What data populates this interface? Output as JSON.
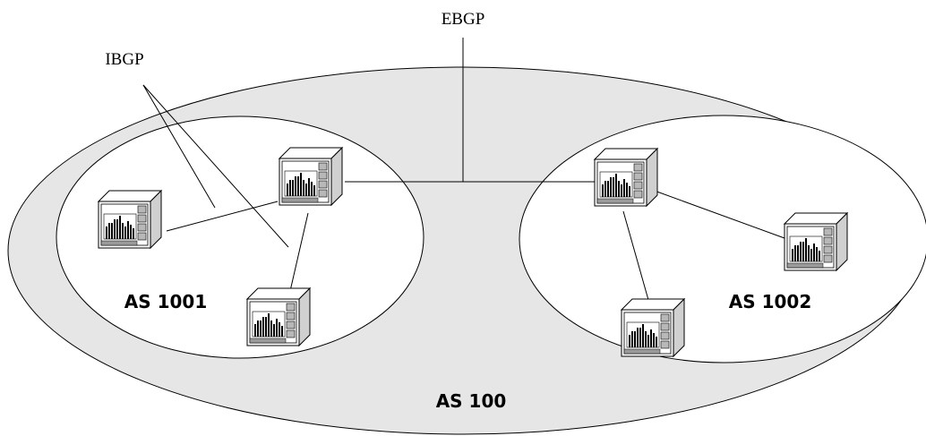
{
  "labels": {
    "ebgp": "EBGP",
    "ibgp": "IBGP",
    "as_outer": "AS 100",
    "as_left": "AS 1001",
    "as_right": "AS 1002"
  },
  "routers": [
    {
      "id": "r-left-west"
    },
    {
      "id": "r-left-top"
    },
    {
      "id": "r-left-bottom"
    },
    {
      "id": "r-right-top"
    },
    {
      "id": "r-right-east"
    },
    {
      "id": "r-right-bottom"
    }
  ],
  "colors": {
    "confederation_fill": "#e6e6e6",
    "sub_as_fill": "#ffffff",
    "stroke": "#000000",
    "router_panel": "#b8b8b8",
    "router_body": "#ffffff"
  }
}
